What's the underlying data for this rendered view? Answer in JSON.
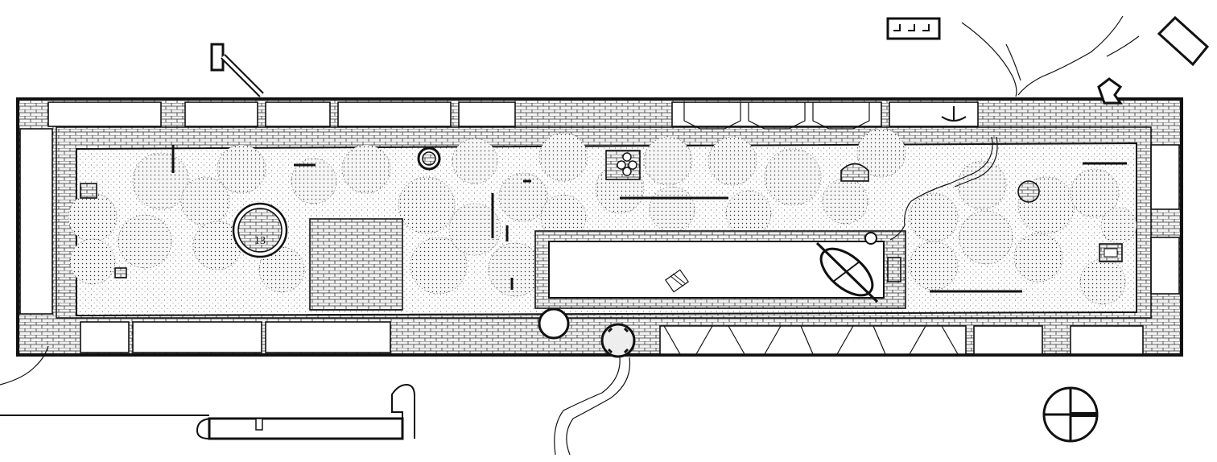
{
  "drawing": {
    "type": "architectural site plan (ink)",
    "labels": {
      "well": "13"
    },
    "north_arrow": "compass-rose"
  }
}
